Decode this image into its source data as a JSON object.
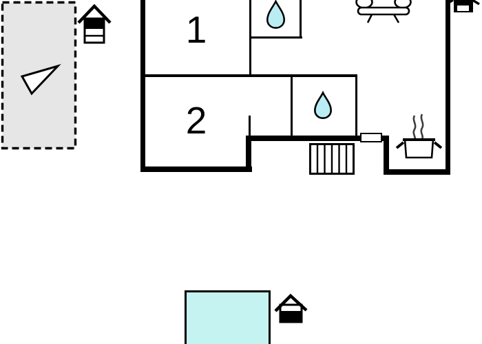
{
  "floorplan": {
    "rooms": [
      {
        "id": "room-1",
        "label": "1"
      },
      {
        "id": "room-2",
        "label": "2"
      }
    ],
    "icons": {
      "terrace_arrow": "direction-arrow",
      "house_terrace": "house-floor-indicator",
      "house_top_right": "house-floor-indicator",
      "house_pool": "house-floor-indicator",
      "bathroom_upper": "water-drop",
      "bathroom_lower": "water-drop",
      "living_area": "sofa",
      "kitchen": "stove-pot-with-steam",
      "stairs": "stairs",
      "entrance": "door"
    },
    "colors": {
      "wall": "#000000",
      "water_drop": "#b9edf3",
      "pool": "#c5f3f1",
      "terrace_fill": "#e6e6e6",
      "steam": "#3d3d3d",
      "background": "#ffffff"
    }
  }
}
